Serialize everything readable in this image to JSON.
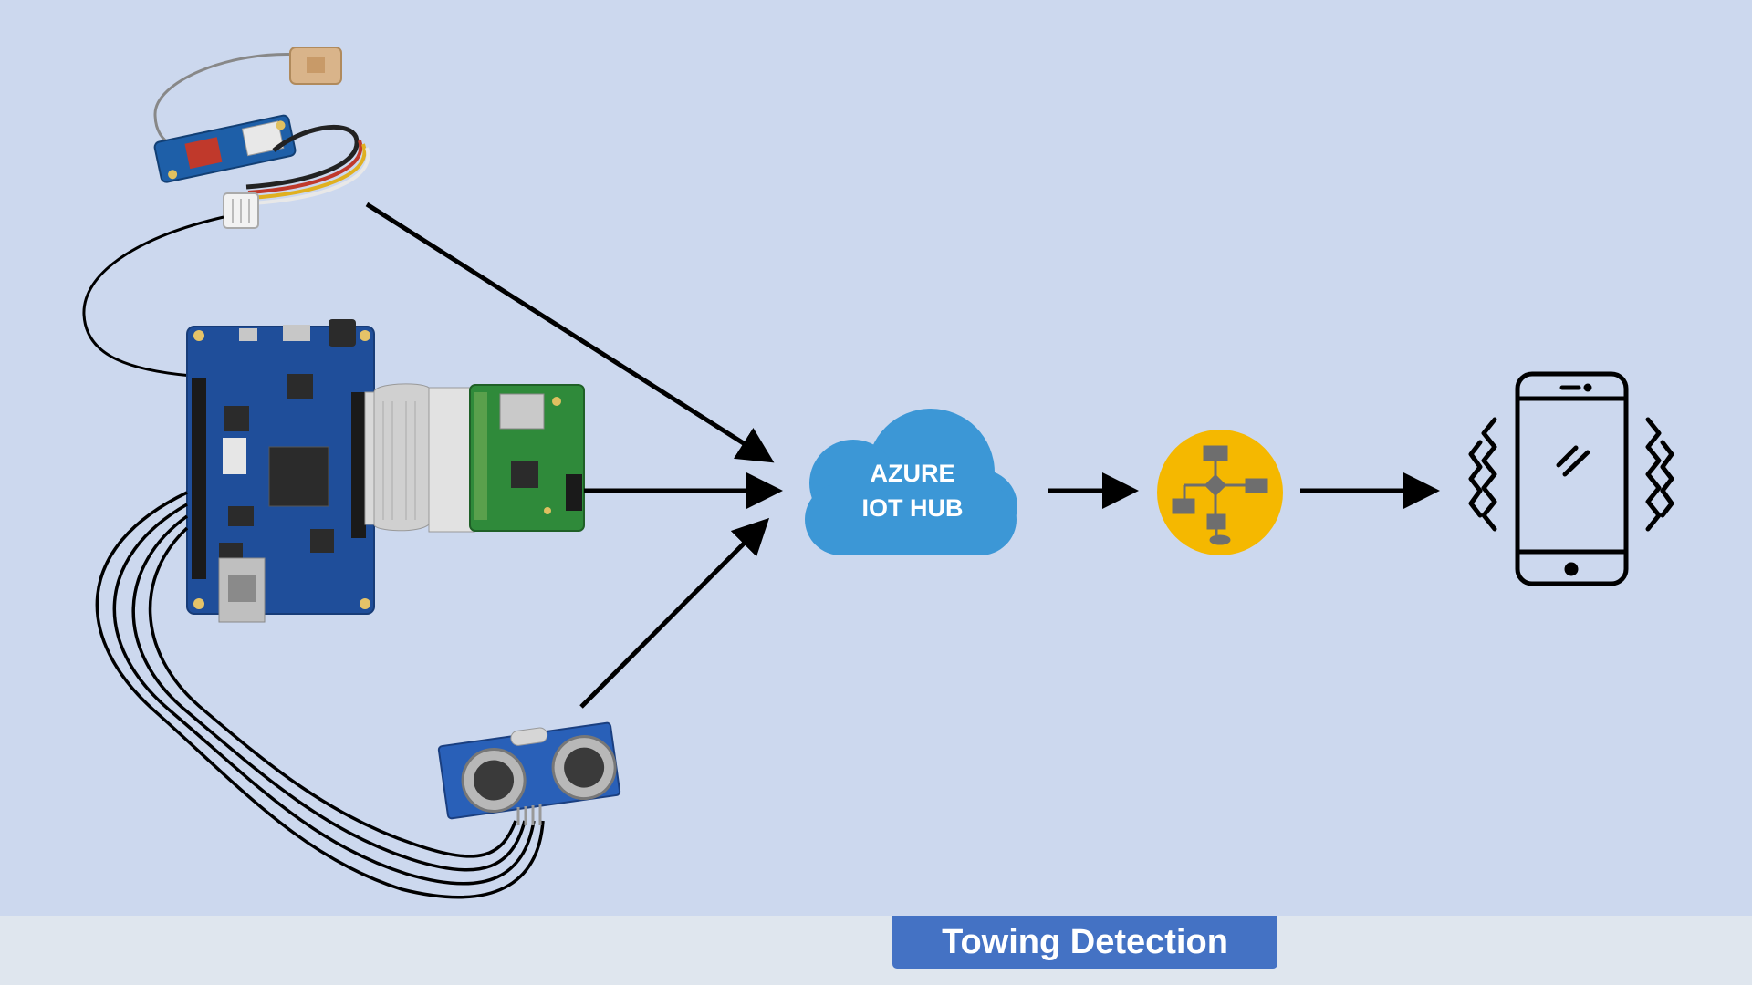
{
  "diagram": {
    "cloud": {
      "line1": "AZURE",
      "line2": "IOT HUB",
      "color": "#3c97d6"
    },
    "stream_analytics_icon": {
      "color": "#f5b800"
    },
    "phone_icon": {
      "color": "#000000"
    },
    "caption": "Towing Detection",
    "caption_color": "#4472c4",
    "background_color": "#ccd8ee"
  }
}
